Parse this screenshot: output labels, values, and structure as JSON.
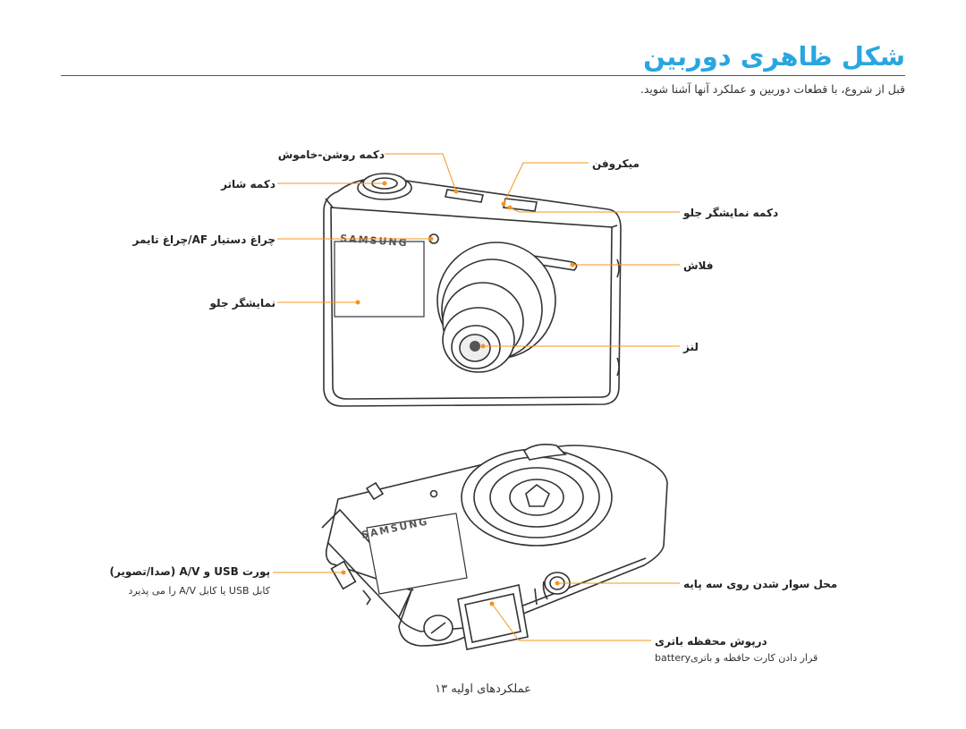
{
  "page": {
    "title": "شکل ظاهری دوربین",
    "intro": "قبل از شروع، با قطعات دوربین و عملکرد آنها آشنا شوید.",
    "footer": "عملکردهای اولیه ۱۳"
  },
  "front_view": {
    "brand": "SAMSUNG",
    "labels": {
      "record_button": "دکمه روشن-خاموش",
      "shutter_button": "دکمه شاتر",
      "af_lamp": "چراغ دستیار AF/چراغ تایمر",
      "front_display": "نمایشگر جلو",
      "microphone": "میکروفن",
      "front_display_button": "دکمه نمایشگر جلو",
      "flash": "فلاش",
      "lens": "لنز"
    }
  },
  "bottom_view": {
    "brand": "SAMSUNG",
    "labels": {
      "usb_port": "پورت USB و A/V (صدا/تصویر)",
      "usb_port_note": "کابل USB یا کابل A/V را می پذیرد",
      "tripod_mount": "محل سوار شدن روی سه پایه",
      "battery_cover": "درپوش محفظه باتری",
      "battery_cover_note": "قرار دادن کارت حافظه و باتریbattery"
    }
  },
  "colors": {
    "title": "#29a6e0",
    "leader_line": "#f7941d",
    "camera_outline": "#333333"
  }
}
